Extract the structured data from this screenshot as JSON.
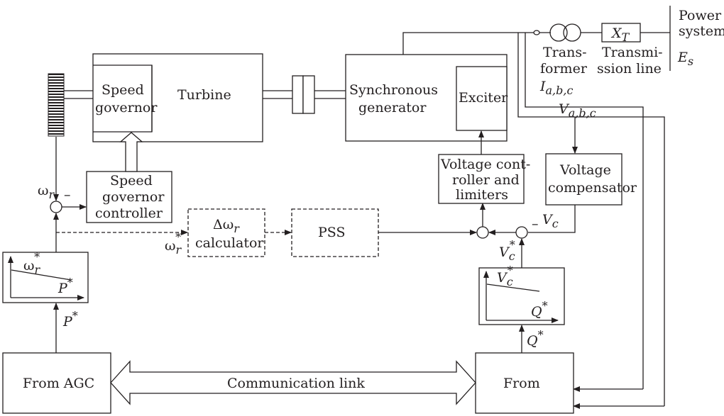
{
  "colors": {
    "line": "#231f20",
    "background": "#ffffff"
  },
  "blocks": {
    "speed_governor": [
      "Speed",
      "governor"
    ],
    "turbine": "Turbine",
    "synchronous_generator": [
      "Synchronous",
      "generator"
    ],
    "exciter": "Exciter",
    "speed_governor_controller": [
      "Speed",
      "governor",
      "controller"
    ],
    "delta_omega_calculator": [
      "Δω",
      "r",
      "calculator"
    ],
    "pss": "PSS",
    "voltage_controller": [
      "Voltage cont-",
      "roller and",
      "limiters"
    ],
    "voltage_compensator": [
      "Voltage",
      "compensator"
    ],
    "from_agc": "From AGC",
    "from": "From"
  },
  "network": {
    "transformer": [
      "Trans-",
      "former"
    ],
    "transmission_line": [
      "Transmi-",
      "ssion line"
    ],
    "power_system": [
      "Power",
      "system"
    ],
    "xt": {
      "base": "X",
      "sub": "T"
    },
    "es": {
      "base": "E",
      "sub": "s"
    }
  },
  "signals": {
    "iabc": {
      "base": "I",
      "sub": "a,b,c"
    },
    "vabc": {
      "base": "V",
      "sub": "a,b,c"
    },
    "omega_r": {
      "base": "ω",
      "sub": "r"
    },
    "omega_r_ref": {
      "base": "ω",
      "sub": "r",
      "sup": "*"
    },
    "vc": {
      "base": "V",
      "sub": "c"
    },
    "vc_ref": {
      "base": "V",
      "sub": "c",
      "sup": "*"
    },
    "p_ref": {
      "base": "P",
      "sup": "*"
    },
    "q_ref": {
      "base": "Q",
      "sup": "*"
    },
    "minus": "–"
  },
  "communication_link": "Communication link"
}
